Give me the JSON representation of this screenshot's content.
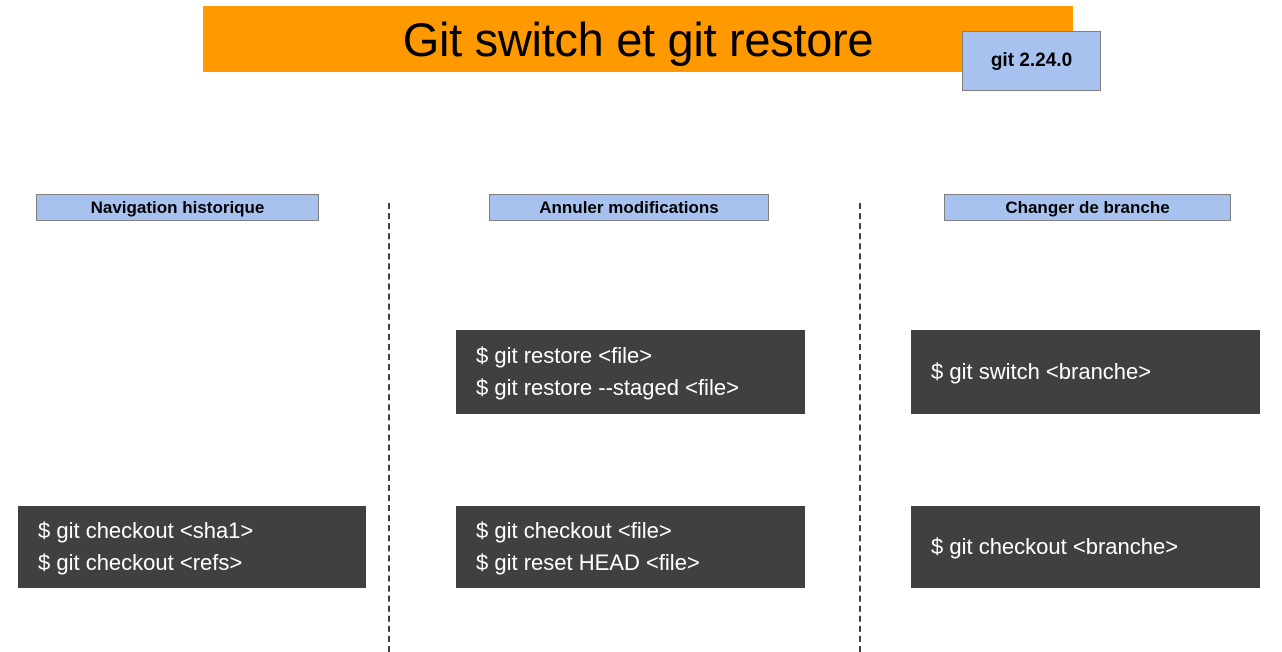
{
  "slide": {
    "title": "Git switch et git restore",
    "version_badge": "git 2.24.0",
    "colors": {
      "banner": "#ff9900",
      "badge": "#a8c2f0",
      "code_block": "#404040",
      "code_text": "#ffffff",
      "divider": "#3f3f3f",
      "background": "#ffffff"
    }
  },
  "columns": [
    {
      "header": "Navigation historique",
      "blocks": [
        {
          "position": "bottom",
          "lines": [
            "$ git checkout <sha1>",
            "$ git checkout <refs>"
          ]
        }
      ]
    },
    {
      "header": "Annuler modifications",
      "blocks": [
        {
          "position": "top",
          "lines": [
            "$ git restore <file>",
            "$ git restore --staged <file>"
          ]
        },
        {
          "position": "bottom",
          "lines": [
            "$ git checkout <file>",
            "$ git reset HEAD <file>"
          ]
        }
      ]
    },
    {
      "header": "Changer de branche",
      "blocks": [
        {
          "position": "top",
          "lines": [
            "$ git switch <branche>"
          ]
        },
        {
          "position": "bottom",
          "lines": [
            "$ git checkout <branche>"
          ]
        }
      ]
    }
  ]
}
